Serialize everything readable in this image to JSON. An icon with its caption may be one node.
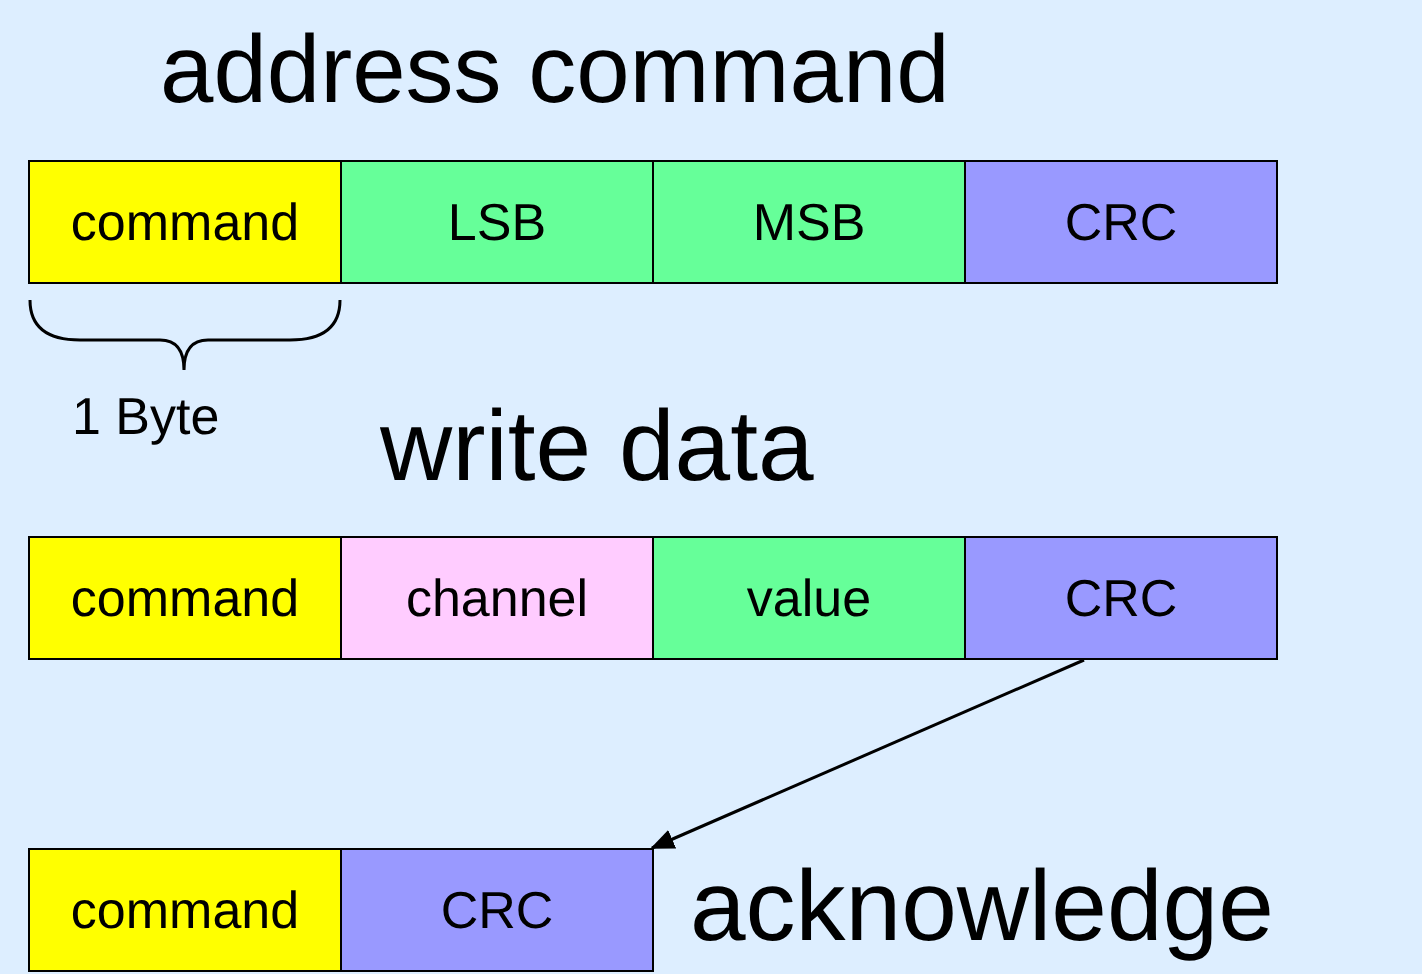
{
  "diagram": {
    "nodes": [
      {
        "text": [
          "command"
        ]
      },
      {
        "text": [
          "LSB"
        ]
      },
      {
        "text": [
          "MSB"
        ]
      },
      {
        "text": [
          "CRC"
        ]
      },
      {
        "text": [
          "command"
        ]
      },
      {
        "text": [
          "channel"
        ]
      },
      {
        "text": [
          "value"
        ]
      },
      {
        "text": [
          "CRC"
        ]
      },
      {
        "text": [
          "command"
        ]
      },
      {
        "text": [
          "CRC"
        ]
      }
    ],
    "edges": [
      {
        "from": 7,
        "to": 9,
        "arrow": "to"
      }
    ],
    "labels": [
      "address command",
      "1 Byte",
      "write data",
      "acknowledge"
    ]
  }
}
